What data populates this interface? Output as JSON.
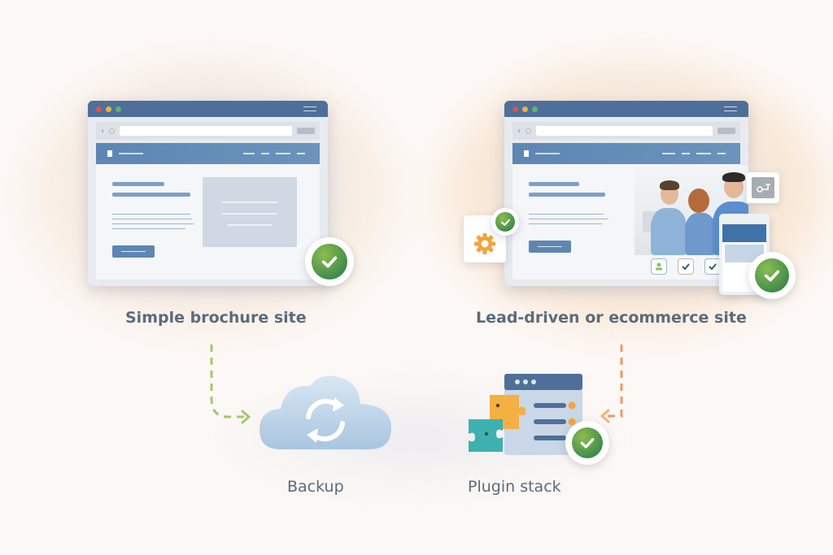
{
  "diagram": {
    "nodes": [
      {
        "id": "brochure",
        "label": "Simple brochure site",
        "status": "check"
      },
      {
        "id": "lead",
        "label": "Lead-driven or ecommerce site",
        "status": "check"
      },
      {
        "id": "backup",
        "label": "Backup",
        "icon": "cloud-sync-icon"
      },
      {
        "id": "plugins",
        "label": "Plugin stack",
        "icon": "plugin-stack-icon",
        "status": "check"
      }
    ],
    "edges": [
      {
        "from": "brochure",
        "to": "backup",
        "style": "dashed",
        "color": "#9fcb6a"
      },
      {
        "from": "lead",
        "to": "plugins",
        "style": "dashed",
        "color": "#ef9a62"
      }
    ]
  },
  "labels": {
    "brochure": "Simple brochure site",
    "lead": "Lead-driven or ecommerce site",
    "backup": "Backup",
    "plugins": "Plugin stack"
  },
  "colors": {
    "background": "#fcf8f5",
    "browser_titlebar": "#4e6f99",
    "site_header": "#5d86b3",
    "check_green": "#4f9a4c",
    "label_text": "#5b6b7c",
    "arrow_green": "#9fcb6a",
    "arrow_orange": "#ef9a62",
    "gear_orange": "#f0a43a",
    "cloud_blue": "#b9d2ea"
  }
}
